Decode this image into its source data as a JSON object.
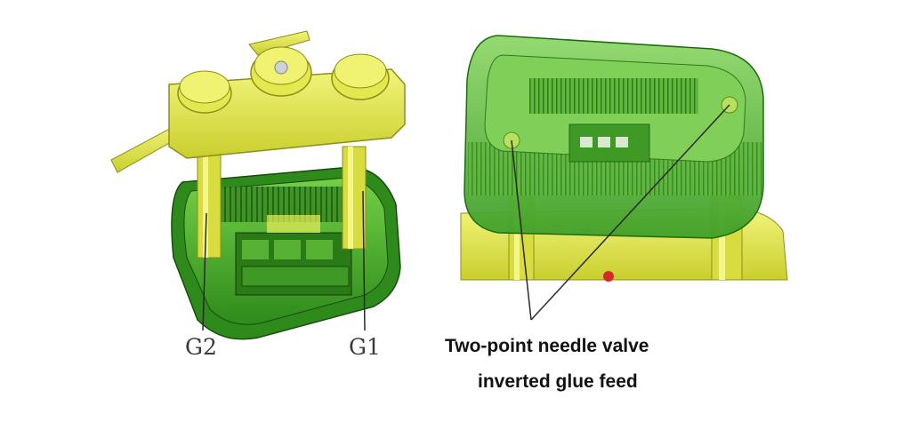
{
  "left_panel": {
    "labels": {
      "g1": "G1",
      "g2": "G2"
    }
  },
  "right_panel": {
    "caption": {
      "line1": "Two-point needle valve",
      "line2": "inverted glue feed"
    }
  },
  "colors": {
    "hot_runner_yellow": "#e8ec5a",
    "part_green": "#4caf2e",
    "dark_green": "#1f6b12",
    "line": "#2a2a2a"
  }
}
